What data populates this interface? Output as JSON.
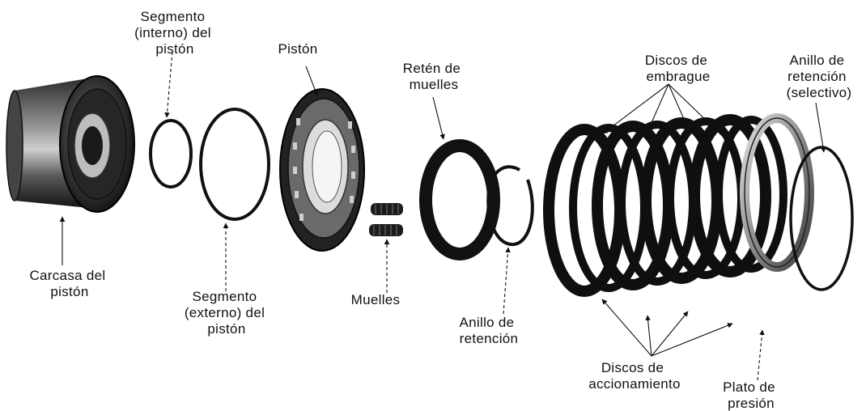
{
  "labels": {
    "segmento_interno": [
      "Segmento",
      "(interno) del",
      "pistón"
    ],
    "piston": [
      "Pistón"
    ],
    "reten_muelles": [
      "Retén de",
      "muelles"
    ],
    "discos_embrague": [
      "Discos de",
      "embrague"
    ],
    "anillo_selectivo": [
      "Anillo de",
      "retención",
      "(selectivo)"
    ],
    "carcasa": [
      "Carcasa del",
      "pistón"
    ],
    "segmento_externo": [
      "Segmento",
      "(externo) del",
      "pistón"
    ],
    "muelles": [
      "Muelles"
    ],
    "anillo_retencion": [
      "Anillo de",
      "retención"
    ],
    "discos_accionamiento": [
      "Discos de",
      "accionamiento"
    ],
    "plato_presion": [
      "Plato de",
      "presión"
    ]
  }
}
